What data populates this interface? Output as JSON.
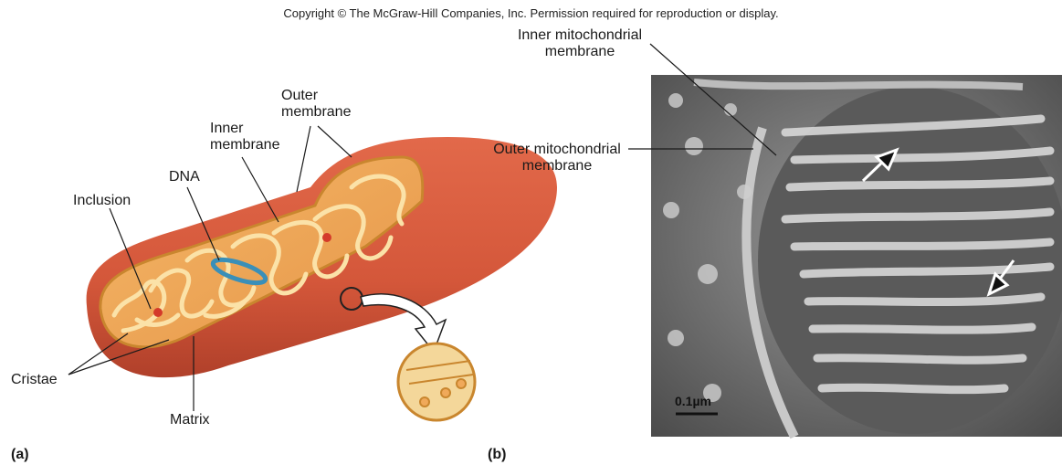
{
  "copyright": "Copyright © The McGraw-Hill Companies, Inc. Permission required for reproduction or display.",
  "panel_a": {
    "letter": "(a)",
    "labels": {
      "outer_membrane": [
        "Outer",
        "membrane"
      ],
      "inner_membrane": [
        "Inner",
        "membrane"
      ],
      "dna": "DNA",
      "inclusion": "Inclusion",
      "cristae": "Cristae",
      "matrix": "Matrix"
    }
  },
  "panel_b": {
    "letter": "(b)",
    "labels": {
      "inner_mito": [
        "Inner mitochondrial",
        "membrane"
      ],
      "outer_mito": [
        "Outer mitochondrial",
        "membrane"
      ]
    },
    "scale_bar": "0.1µm"
  },
  "colors": {
    "outer_membrane": "#d4573a",
    "outer_membrane_dark": "#b8432a",
    "inner_fill": "#f0a95a",
    "inner_light": "#fbe2a8",
    "dna": "#3a8fb8",
    "micrograph_bg": "#6e6e6e"
  }
}
